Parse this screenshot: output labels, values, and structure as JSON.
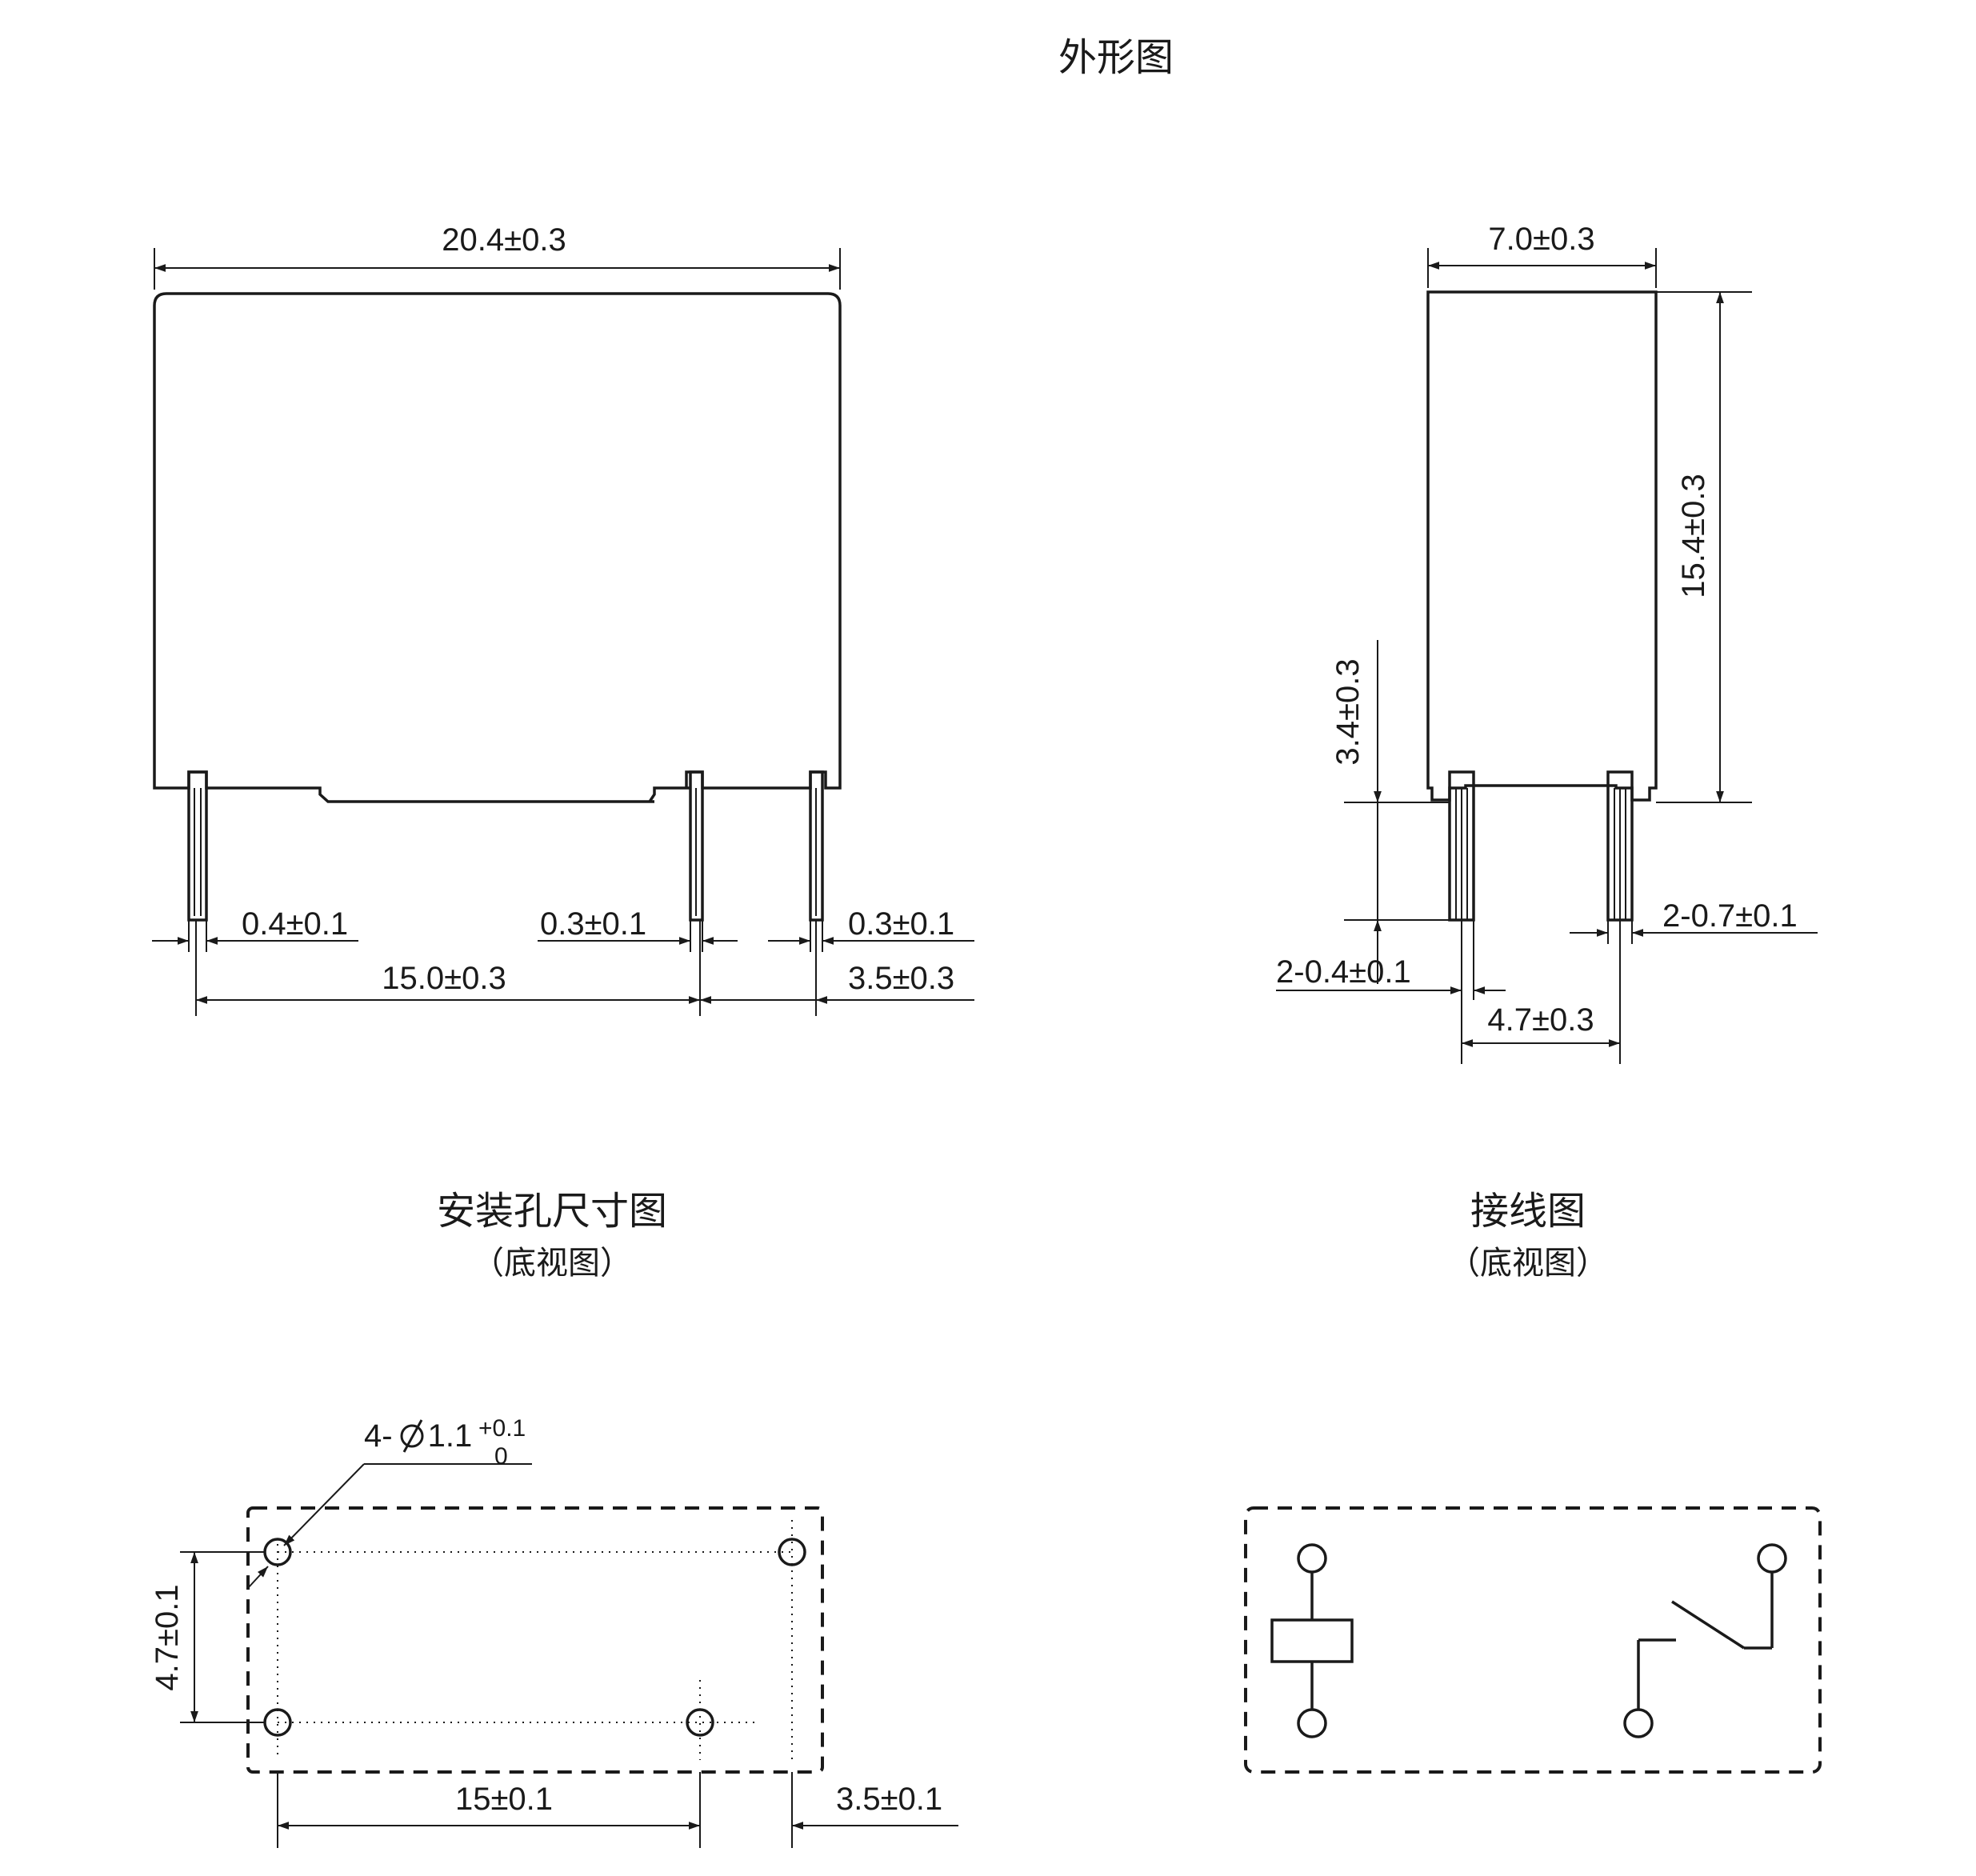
{
  "titles": {
    "outline_view": "外形图",
    "mounting_hole": "安装孔尺寸图",
    "mounting_hole_sub": "（底视图）",
    "wiring": "接线图",
    "wiring_sub": "（底视图）"
  },
  "front_view": {
    "width": "20.4±0.3",
    "pin_left_width": "0.4±0.1",
    "pin_mid_width": "0.3±0.1",
    "pin_right_width": "0.3±0.1",
    "pitch_main": "15.0±0.3",
    "pitch_right": "3.5±0.3"
  },
  "side_view": {
    "depth": "7.0±0.3",
    "height": "15.4±0.3",
    "pin_length": "3.4±0.3",
    "pin_right_width": "2-0.7±0.1",
    "pin_left_width": "2-0.4±0.1",
    "pin_pitch": "4.7±0.3"
  },
  "mounting": {
    "hole_prefix": "4-",
    "hole_size": "1.1",
    "tol_plus": "+0.1",
    "tol_minus": "0",
    "pitch_vertical": "4.7±0.1",
    "pitch_main": "15±0.1",
    "pitch_right": "3.5±0.1"
  }
}
